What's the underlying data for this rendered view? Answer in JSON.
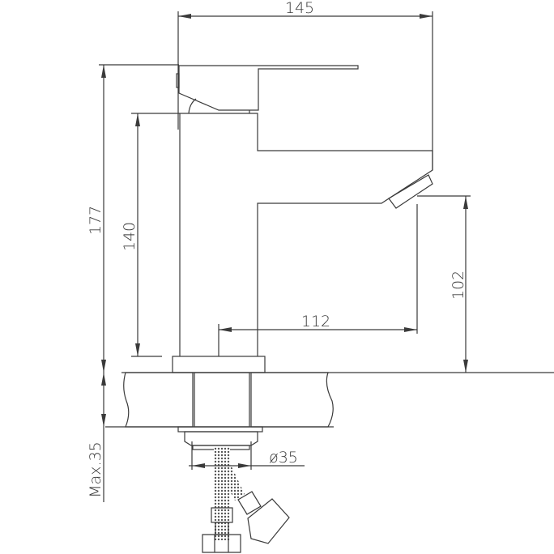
{
  "drawing": {
    "dimensions": {
      "overall_width": "145",
      "overall_height": "177",
      "spout_height_body": "140",
      "spout_reach": "112",
      "outlet_height": "102",
      "max_deck_thickness": "Max.35",
      "mounting_hole_diameter": "ø35"
    },
    "line_color": "#3a3a3a",
    "background": "#ffffff"
  }
}
